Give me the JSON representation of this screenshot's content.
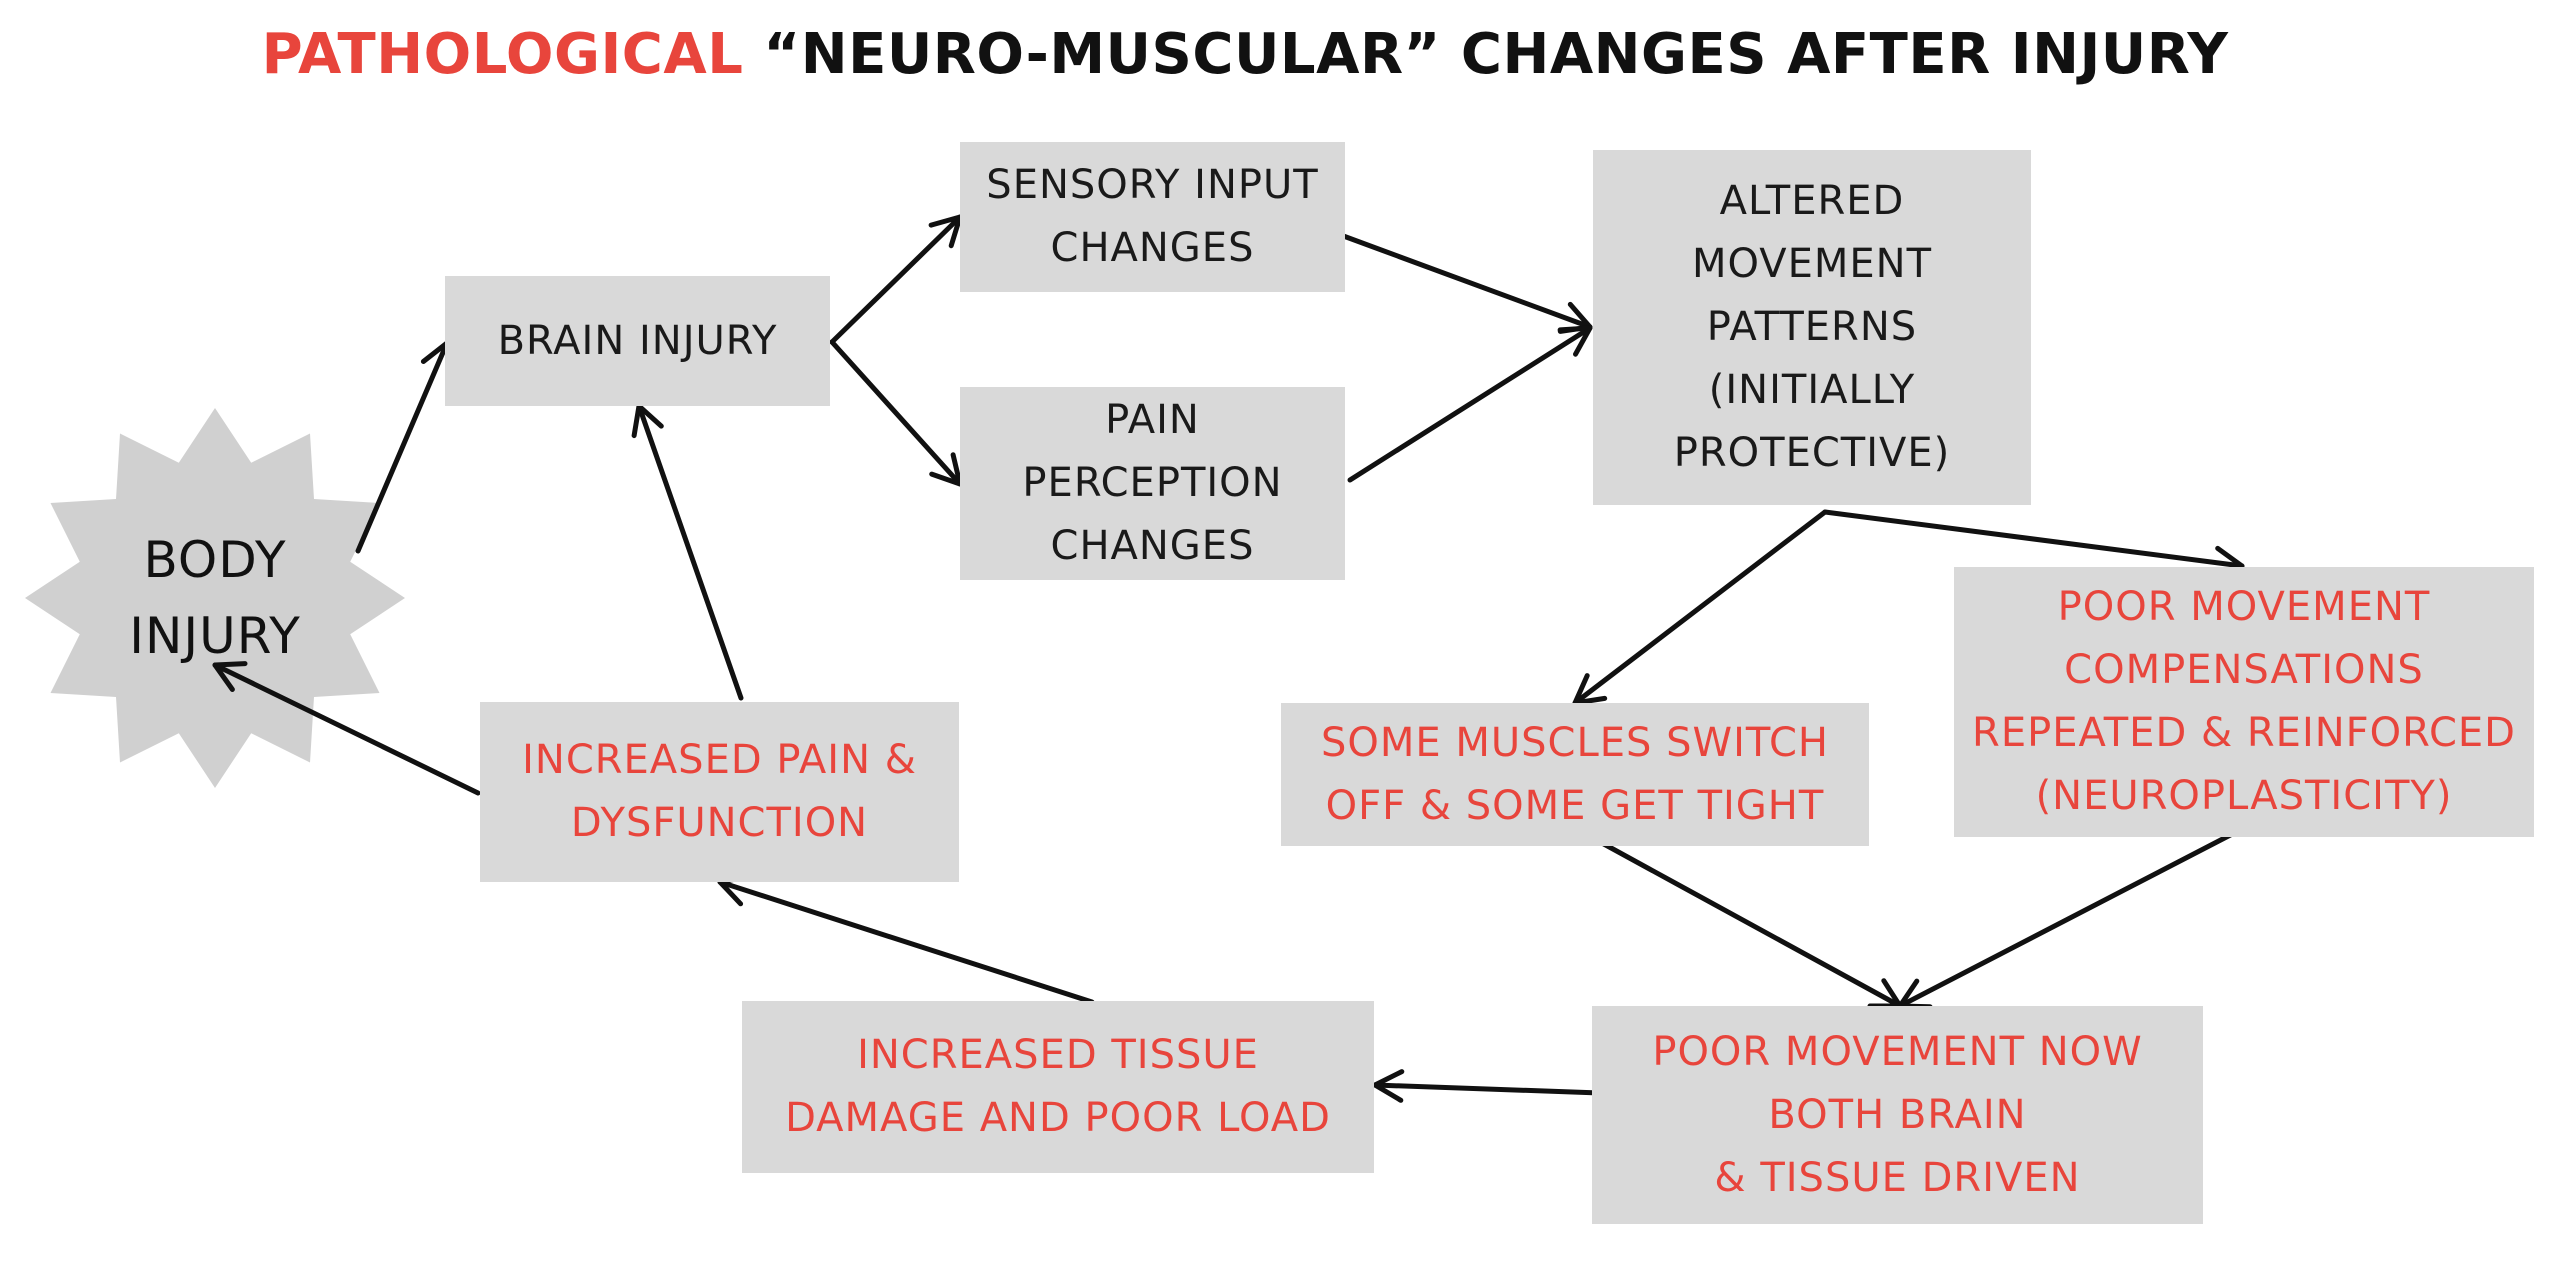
{
  "title": {
    "accent": "PATHOLOGICAL",
    "rest": "“NEURO-MUSCULAR” CHANGES AFTER INJURY"
  },
  "colors": {
    "accent": "#e8453c",
    "box": "#d9d9d9",
    "star": "#d0d0d0",
    "text": "#1a1a1a"
  },
  "nodes": {
    "body_injury": "BODY\nINJURY",
    "brain_injury": "BRAIN INJURY",
    "sensory": "SENSORY INPUT\nCHANGES",
    "pain_perception": "PAIN\nPERCEPTION\nCHANGES",
    "altered": "ALTERED\nMOVEMENT\nPATTERNS\n(INITIALLY\nPROTECTIVE)",
    "poor_comp": "POOR MOVEMENT\nCOMPENSATIONS\nREPEATED & REINFORCED\n(NEUROPLASTICITY)",
    "muscles": "SOME MUSCLES SWITCH\nOFF & SOME GET TIGHT",
    "poor_now": "POOR MOVEMENT NOW\nBOTH BRAIN\n& TISSUE DRIVEN",
    "tissue": "INCREASED TISSUE\nDAMAGE AND POOR LOAD",
    "pain_dys": "INCREASED PAIN &\nDYSFUNCTION"
  },
  "edges": [
    [
      "body_injury",
      "brain_injury"
    ],
    [
      "brain_injury",
      "sensory"
    ],
    [
      "brain_injury",
      "pain_perception"
    ],
    [
      "sensory",
      "altered"
    ],
    [
      "pain_perception",
      "altered"
    ],
    [
      "altered",
      "muscles"
    ],
    [
      "altered",
      "poor_comp"
    ],
    [
      "muscles",
      "poor_now"
    ],
    [
      "poor_comp",
      "poor_now"
    ],
    [
      "poor_now",
      "tissue"
    ],
    [
      "tissue",
      "pain_dys"
    ],
    [
      "pain_dys",
      "brain_injury"
    ],
    [
      "pain_dys",
      "body_injury"
    ]
  ]
}
